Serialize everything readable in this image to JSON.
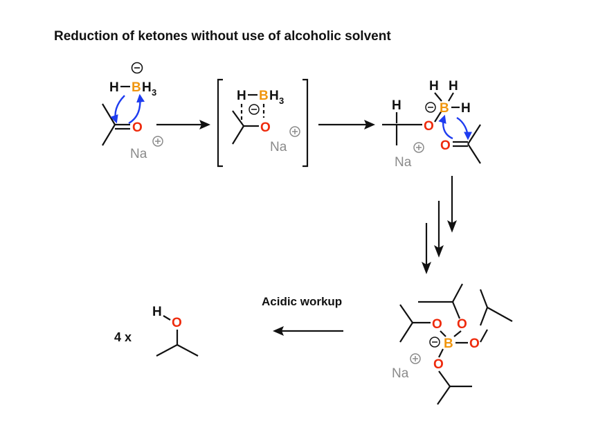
{
  "title": "Reduction of ketones without use of alcoholic solvent",
  "workup_label": "Acidic workup",
  "multiplier": "4 x",
  "atoms": {
    "hydrogen": "H",
    "boron": "B",
    "oxygen": "O",
    "bh3": "BH",
    "subscript_3": "3",
    "sodium": "Na",
    "minus": "−",
    "plus": "+"
  },
  "colors": {
    "boron": "#f0960f",
    "oxygen": "#ee2a0c",
    "arrow_electron": "#1e3cf0",
    "sodium": "#8a8a8a",
    "bond": "#111111"
  }
}
